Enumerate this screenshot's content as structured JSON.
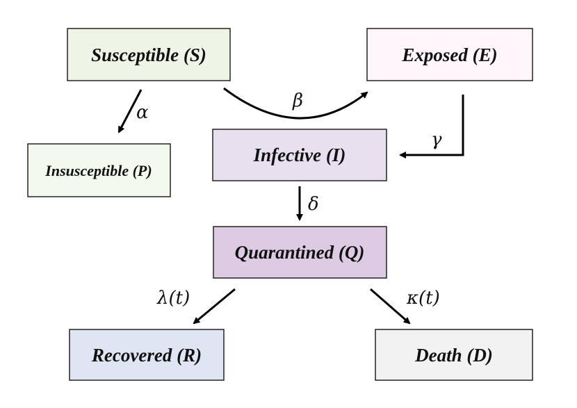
{
  "compartments": {
    "susceptible": {
      "name": "Susceptible",
      "symbol": "S",
      "fill": "#eef5e6"
    },
    "exposed": {
      "name": "Exposed",
      "symbol": "E",
      "fill": "#fff5fa"
    },
    "insusceptible": {
      "name": "Insusceptible",
      "symbol": "P",
      "fill": "#f4f9ee"
    },
    "infective": {
      "name": "Infective",
      "symbol": "I",
      "fill": "#e9e0ef"
    },
    "quarantined": {
      "name": "Quarantined",
      "symbol": "Q",
      "fill": "#dccbe3"
    },
    "recovered": {
      "name": "Recovered",
      "symbol": "R",
      "fill": "#dfe5f3"
    },
    "death": {
      "name": "Death",
      "symbol": "D",
      "fill": "#f2f2f2"
    }
  },
  "rates": {
    "alpha": "α",
    "beta": "β",
    "gamma": "γ",
    "delta": "δ",
    "lambda": "λ(t)",
    "kappa": "κ(t)"
  }
}
